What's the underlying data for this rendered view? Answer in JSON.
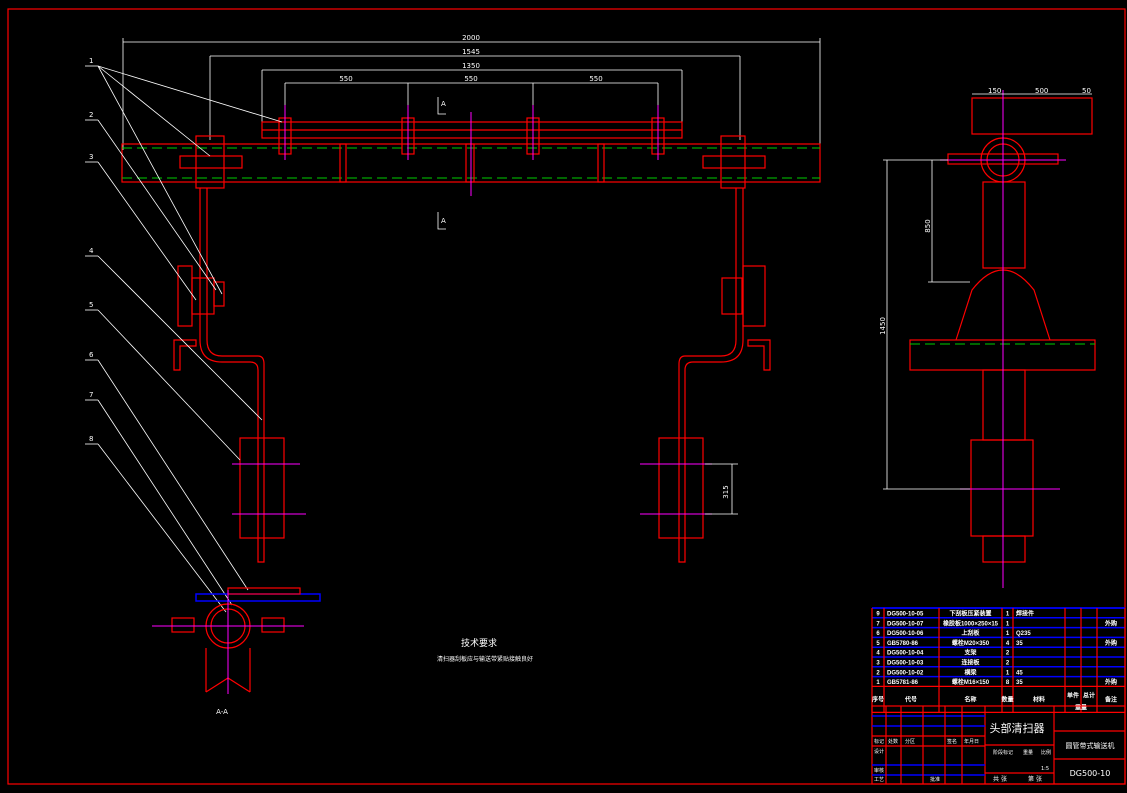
{
  "drawing": {
    "dimensions_top": [
      "2000",
      "1545",
      "1350",
      "550",
      "550",
      "550"
    ],
    "dimensions_side": [
      "150",
      "500",
      "50",
      "850",
      "1450",
      "315"
    ],
    "section_marker": "A",
    "section_label": "A-A",
    "callouts": [
      "1",
      "2",
      "3",
      "4",
      "5",
      "6",
      "7",
      "8"
    ],
    "technical_requirements_title": "技术要求",
    "technical_requirements_text": "清扫器刮板应与输送带紧贴接触良好"
  },
  "bom": {
    "rows": [
      {
        "no": "9",
        "code": "DG500-10-05",
        "name": "下刮板压紧装置",
        "qty": "1",
        "material": "焊接件",
        "note": ""
      },
      {
        "no": "7",
        "code": "DG500-10-07",
        "name": "橡胶板1000×250×15",
        "qty": "1",
        "material": "",
        "note": "外购"
      },
      {
        "no": "6",
        "code": "DG500-10-06",
        "name": "上刮板",
        "qty": "1",
        "material": "Q235",
        "note": ""
      },
      {
        "no": "5",
        "code": "GB5780-86",
        "name": "螺栓M20×350",
        "qty": "4",
        "material": "35",
        "note": "外购"
      },
      {
        "no": "4",
        "code": "DG500-10-04",
        "name": "支架",
        "qty": "2",
        "material": "",
        "note": ""
      },
      {
        "no": "3",
        "code": "DG500-10-03",
        "name": "连接板",
        "qty": "2",
        "material": "",
        "note": ""
      },
      {
        "no": "2",
        "code": "DG500-10-02",
        "name": "横梁",
        "qty": "1",
        "material": "45",
        "note": ""
      },
      {
        "no": "1",
        "code": "GB5781-86",
        "name": "螺栓M16×150",
        "qty": "8",
        "material": "35",
        "note": "外购"
      }
    ],
    "headers": {
      "no": "序号",
      "code": "代号",
      "name": "名称",
      "qty": "数量",
      "material": "材料",
      "unit": "单件",
      "total": "总计",
      "weight": "重量",
      "note": "备注"
    }
  },
  "title_block": {
    "title": "头部清扫器",
    "product": "圆管带式输送机",
    "drawing_no": "DG500-10",
    "scale": "1:5",
    "labels": {
      "mark": "标记",
      "count": "处数",
      "zone": "分区",
      "sign": "签名",
      "date": "年月日",
      "design": "设计",
      "check": "审核",
      "process": "工艺",
      "approve": "批准",
      "stage": "阶段标记",
      "weight": "重量",
      "scale": "比例",
      "sheets": "共 张",
      "sheet": "第 张"
    }
  },
  "colors": {
    "frame": "#ff0000",
    "dim": "#ffffff",
    "center": "#ff00ff",
    "hidden": "#00cc00",
    "table_line": "#0000ff"
  }
}
